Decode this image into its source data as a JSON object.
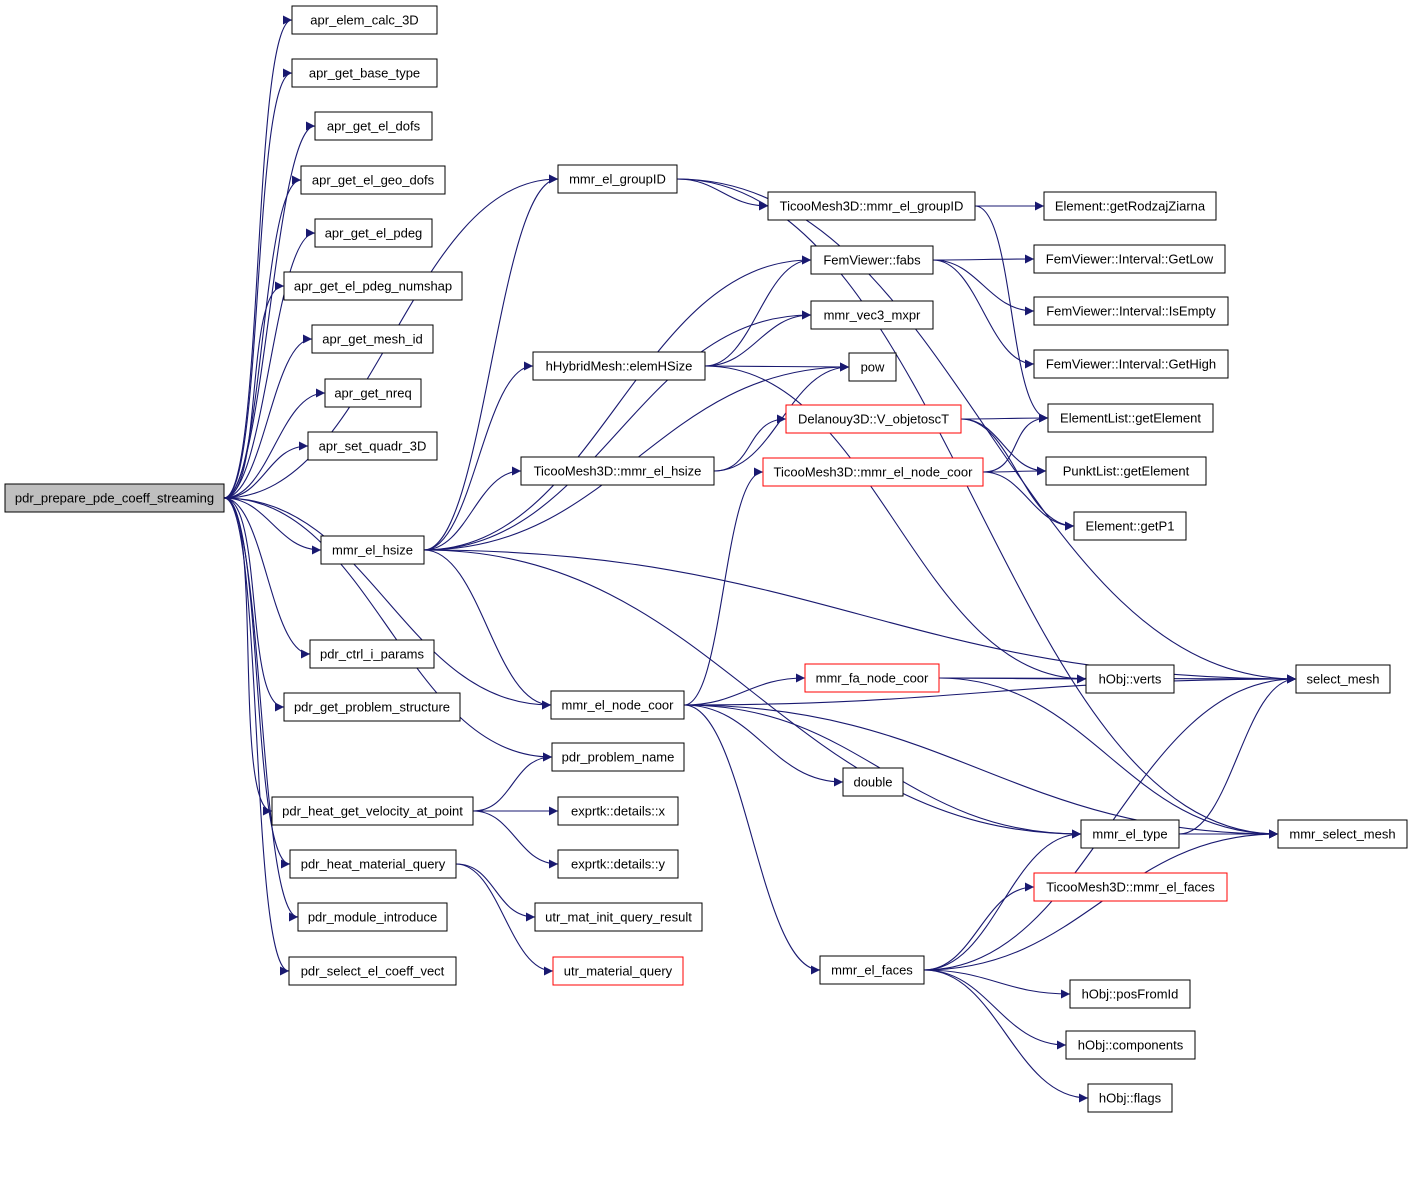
{
  "colors": {
    "edge": "#191970",
    "box_border": "#000000",
    "box_red": "#ff0000",
    "root_fill": "#bfbfbf",
    "box_fill": "#ffffff"
  },
  "nodes": [
    {
      "id": "root",
      "label": "pdr_prepare_pde_coeff_streaming",
      "style": "root"
    },
    {
      "id": "n1",
      "label": "apr_elem_calc_3D",
      "style": "normal"
    },
    {
      "id": "n2",
      "label": "apr_get_base_type",
      "style": "normal"
    },
    {
      "id": "n3",
      "label": "apr_get_el_dofs",
      "style": "normal"
    },
    {
      "id": "n4",
      "label": "apr_get_el_geo_dofs",
      "style": "normal"
    },
    {
      "id": "n5",
      "label": "apr_get_el_pdeg",
      "style": "normal"
    },
    {
      "id": "n6",
      "label": "apr_get_el_pdeg_numshap",
      "style": "normal"
    },
    {
      "id": "n7",
      "label": "apr_get_mesh_id",
      "style": "normal"
    },
    {
      "id": "n8",
      "label": "apr_get_nreq",
      "style": "normal"
    },
    {
      "id": "n9",
      "label": "apr_set_quadr_3D",
      "style": "normal"
    },
    {
      "id": "n10",
      "label": "mmr_el_groupID",
      "style": "normal"
    },
    {
      "id": "n11",
      "label": "TicooMesh3D::mmr_el_groupID",
      "style": "normal"
    },
    {
      "id": "n12",
      "label": "Element::getRodzajZiarna",
      "style": "normal"
    },
    {
      "id": "n13",
      "label": "FemViewer::fabs",
      "style": "normal"
    },
    {
      "id": "n14",
      "label": "FemViewer::Interval::GetLow",
      "style": "normal"
    },
    {
      "id": "n15",
      "label": "mmr_vec3_mxpr",
      "style": "normal"
    },
    {
      "id": "n16",
      "label": "FemViewer::Interval::IsEmpty",
      "style": "normal"
    },
    {
      "id": "n17",
      "label": "hHybridMesh::elemHSize",
      "style": "normal"
    },
    {
      "id": "n18",
      "label": "pow",
      "style": "normal"
    },
    {
      "id": "n19",
      "label": "FemViewer::Interval::GetHigh",
      "style": "normal"
    },
    {
      "id": "n20",
      "label": "Delanouy3D::V_objetoscT",
      "style": "red"
    },
    {
      "id": "n21",
      "label": "ElementList::getElement",
      "style": "normal"
    },
    {
      "id": "n22",
      "label": "TicooMesh3D::mmr_el_hsize",
      "style": "normal"
    },
    {
      "id": "n23",
      "label": "TicooMesh3D::mmr_el_node_coor",
      "style": "red"
    },
    {
      "id": "n24",
      "label": "PunktList::getElement",
      "style": "normal"
    },
    {
      "id": "n25",
      "label": "Element::getP1",
      "style": "normal"
    },
    {
      "id": "n26",
      "label": "mmr_el_hsize",
      "style": "normal"
    },
    {
      "id": "n27",
      "label": "pdr_ctrl_i_params",
      "style": "normal"
    },
    {
      "id": "n28",
      "label": "mmr_fa_node_coor",
      "style": "red"
    },
    {
      "id": "n29",
      "label": "hObj::verts",
      "style": "normal"
    },
    {
      "id": "n30",
      "label": "select_mesh",
      "style": "normal"
    },
    {
      "id": "n31",
      "label": "pdr_get_problem_structure",
      "style": "normal"
    },
    {
      "id": "n32",
      "label": "mmr_el_node_coor",
      "style": "normal"
    },
    {
      "id": "n33",
      "label": "pdr_problem_name",
      "style": "normal"
    },
    {
      "id": "n34",
      "label": "double",
      "style": "normal"
    },
    {
      "id": "n35",
      "label": "pdr_heat_get_velocity_at_point",
      "style": "normal"
    },
    {
      "id": "n36",
      "label": "exprtk::details::x",
      "style": "normal"
    },
    {
      "id": "n37",
      "label": "mmr_el_type",
      "style": "normal"
    },
    {
      "id": "n38",
      "label": "mmr_select_mesh",
      "style": "normal"
    },
    {
      "id": "n39",
      "label": "pdr_heat_material_query",
      "style": "normal"
    },
    {
      "id": "n40",
      "label": "exprtk::details::y",
      "style": "normal"
    },
    {
      "id": "n41",
      "label": "TicooMesh3D::mmr_el_faces",
      "style": "red"
    },
    {
      "id": "n42",
      "label": "pdr_module_introduce",
      "style": "normal"
    },
    {
      "id": "n43",
      "label": "utr_mat_init_query_result",
      "style": "normal"
    },
    {
      "id": "n44",
      "label": "mmr_el_faces",
      "style": "normal"
    },
    {
      "id": "n45",
      "label": "pdr_select_el_coeff_vect",
      "style": "normal"
    },
    {
      "id": "n46",
      "label": "utr_material_query",
      "style": "red"
    },
    {
      "id": "n47",
      "label": "hObj::posFromId",
      "style": "normal"
    },
    {
      "id": "n48",
      "label": "hObj::components",
      "style": "normal"
    },
    {
      "id": "n49",
      "label": "hObj::flags",
      "style": "normal"
    }
  ],
  "edges": [
    [
      "root",
      "n1"
    ],
    [
      "root",
      "n2"
    ],
    [
      "root",
      "n3"
    ],
    [
      "root",
      "n4"
    ],
    [
      "root",
      "n5"
    ],
    [
      "root",
      "n6"
    ],
    [
      "root",
      "n7"
    ],
    [
      "root",
      "n8"
    ],
    [
      "root",
      "n9"
    ],
    [
      "root",
      "n10"
    ],
    [
      "root",
      "n26"
    ],
    [
      "root",
      "n27"
    ],
    [
      "root",
      "n31"
    ],
    [
      "root",
      "n32"
    ],
    [
      "root",
      "n33"
    ],
    [
      "root",
      "n35"
    ],
    [
      "root",
      "n39"
    ],
    [
      "root",
      "n42"
    ],
    [
      "root",
      "n45"
    ],
    [
      "n10",
      "n11"
    ],
    [
      "n10",
      "n30"
    ],
    [
      "n10",
      "n38"
    ],
    [
      "n11",
      "n12"
    ],
    [
      "n11",
      "n21"
    ],
    [
      "n13",
      "n14"
    ],
    [
      "n13",
      "n16"
    ],
    [
      "n13",
      "n19"
    ],
    [
      "n17",
      "n13"
    ],
    [
      "n17",
      "n15"
    ],
    [
      "n17",
      "n18"
    ],
    [
      "n17",
      "n29"
    ],
    [
      "n20",
      "n21"
    ],
    [
      "n20",
      "n24"
    ],
    [
      "n20",
      "n25"
    ],
    [
      "n22",
      "n18"
    ],
    [
      "n22",
      "n20"
    ],
    [
      "n23",
      "n24"
    ],
    [
      "n23",
      "n21"
    ],
    [
      "n23",
      "n25"
    ],
    [
      "n26",
      "n10"
    ],
    [
      "n26",
      "n13"
    ],
    [
      "n26",
      "n15"
    ],
    [
      "n26",
      "n17"
    ],
    [
      "n26",
      "n18"
    ],
    [
      "n26",
      "n22"
    ],
    [
      "n26",
      "n30"
    ],
    [
      "n26",
      "n32"
    ],
    [
      "n26",
      "n37"
    ],
    [
      "n28",
      "n29"
    ],
    [
      "n28",
      "n30"
    ],
    [
      "n28",
      "n38"
    ],
    [
      "n32",
      "n23"
    ],
    [
      "n32",
      "n28"
    ],
    [
      "n32",
      "n30"
    ],
    [
      "n32",
      "n34"
    ],
    [
      "n32",
      "n37"
    ],
    [
      "n32",
      "n44"
    ],
    [
      "n32",
      "n38"
    ],
    [
      "n35",
      "n33"
    ],
    [
      "n35",
      "n36"
    ],
    [
      "n35",
      "n40"
    ],
    [
      "n37",
      "n30"
    ],
    [
      "n37",
      "n38"
    ],
    [
      "n39",
      "n43"
    ],
    [
      "n39",
      "n46"
    ],
    [
      "n44",
      "n37"
    ],
    [
      "n44",
      "n41"
    ],
    [
      "n44",
      "n30"
    ],
    [
      "n44",
      "n47"
    ],
    [
      "n44",
      "n48"
    ],
    [
      "n44",
      "n49"
    ],
    [
      "n44",
      "n38"
    ]
  ]
}
